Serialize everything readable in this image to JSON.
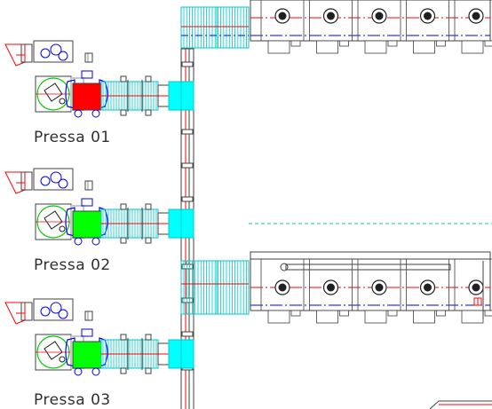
{
  "presses": [
    {
      "label": "Pressa 01",
      "status": "stopped"
    },
    {
      "label": "Pressa 02",
      "status": "running"
    },
    {
      "label": "Pressa 03",
      "status": "running"
    }
  ],
  "status_colors": {
    "stopped": "#ff0000",
    "running": "#00ff00"
  },
  "colors": {
    "conveyor": "#00c8c8",
    "conveyor_fill": "#00ffff",
    "frame": "#404040",
    "axis_red": "#ff0000",
    "axis_blue": "#0000ff",
    "robot_green": "#00cc00",
    "fixture_blue": "#0000ff",
    "frame_fill": "#c8c8c8"
  },
  "icons": {
    "robot": "robot-icon",
    "ejector": "ejector-icon",
    "die_set": "die-set-icon",
    "station": "machining-station-icon"
  },
  "machining_lines": [
    {
      "station_count": 5
    },
    {
      "station_count": 5
    }
  ]
}
